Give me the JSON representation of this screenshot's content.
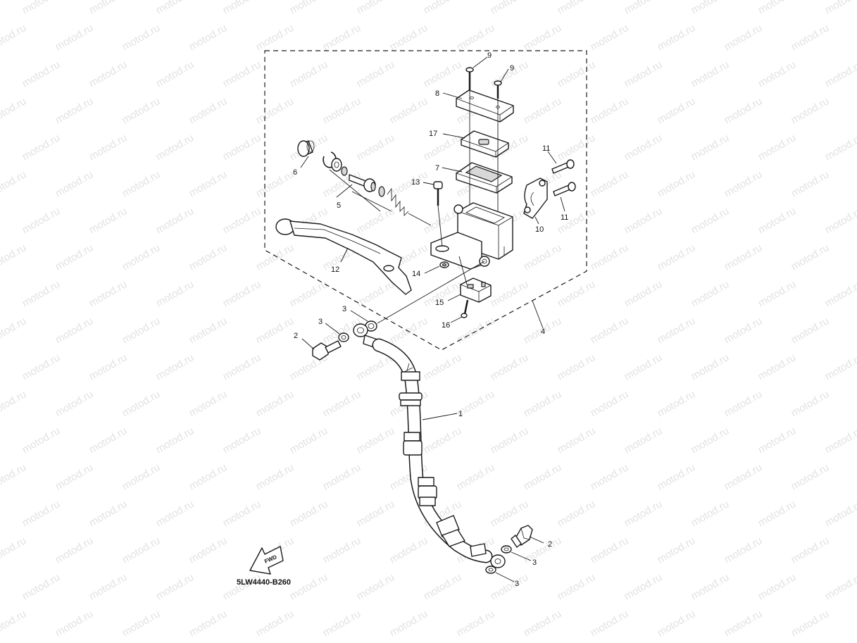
{
  "watermark": {
    "text": "motod.ru"
  },
  "diagram_code": "5LW4440-B260",
  "fwd_label": "FWD",
  "callouts": [
    {
      "id": "c9a",
      "label": "9"
    },
    {
      "id": "c9b",
      "label": "9"
    },
    {
      "id": "c8",
      "label": "8"
    },
    {
      "id": "c17",
      "label": "17"
    },
    {
      "id": "c7",
      "label": "7"
    },
    {
      "id": "c6",
      "label": "6"
    },
    {
      "id": "c5",
      "label": "5"
    },
    {
      "id": "c13",
      "label": "13"
    },
    {
      "id": "c11a",
      "label": "11"
    },
    {
      "id": "c11b",
      "label": "11"
    },
    {
      "id": "c10",
      "label": "10"
    },
    {
      "id": "c12",
      "label": "12"
    },
    {
      "id": "c14",
      "label": "14"
    },
    {
      "id": "c15",
      "label": "15"
    },
    {
      "id": "c16",
      "label": "16"
    },
    {
      "id": "c4",
      "label": "4"
    },
    {
      "id": "c3a",
      "label": "3"
    },
    {
      "id": "c3b",
      "label": "3"
    },
    {
      "id": "c2a",
      "label": "2"
    },
    {
      "id": "c1",
      "label": "1"
    },
    {
      "id": "c2b",
      "label": "2"
    },
    {
      "id": "c3c",
      "label": "3"
    },
    {
      "id": "c3d",
      "label": "3"
    }
  ]
}
